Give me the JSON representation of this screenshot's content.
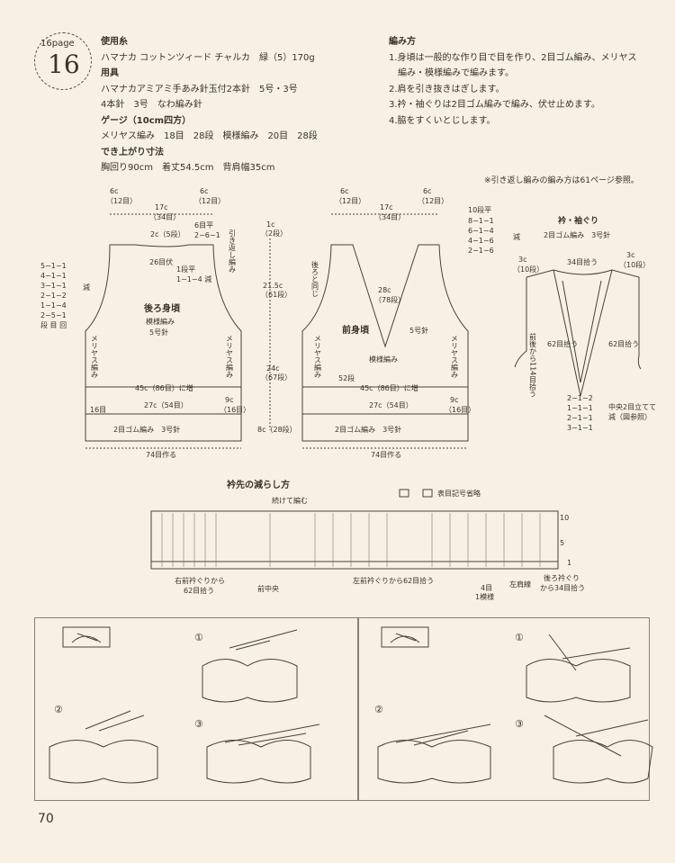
{
  "badge": {
    "page_label": "16page",
    "number": "16"
  },
  "materials": {
    "yarn_head": "使用糸",
    "yarn": "ハマナカ コットンツィード チャルカ　緑（5）170g",
    "tools_head": "用具",
    "tools_1": "ハマナカアミアミ手あみ針玉付2本針　5号・3号",
    "tools_2": "4本針　3号　なわ編み針",
    "gauge_head": "ゲージ（10cm四方）",
    "gauge": "メリヤス編み　18目　28段　模様編み　20目　28段",
    "size_head": "でき上がり寸法",
    "size": "胸回り90cm　着丈54.5cm　背肩幅35cm"
  },
  "method": {
    "head": "編み方",
    "steps": [
      "1.身頃は一般的な作り目で目を作り、2目ゴム編み、メリヤス",
      "　編み・模様編みで編みます。",
      "2.肩を引き抜きはぎします。",
      "3.衿・袖ぐりは2目ゴム編みで編み、伏せ止めます。",
      "4.脇をすくいとじします。"
    ]
  },
  "note": "※引き返し編みの編み方は61ページ参照。",
  "back": {
    "title": "後ろ身頃",
    "pattern": "模様編み",
    "needle": "5号針",
    "shoulder_l": "6c",
    "shoulder_l2": "（12目）",
    "neck": "17c",
    "neck2": "（34目）",
    "shoulder_r": "6c",
    "shoulder_r2": "（12目）",
    "rise": "2c（5段）",
    "bind": "26目伏",
    "flat6": "6目平",
    "dec621": "2−6−1",
    "flat1": "1段平",
    "dec114": "1−1−4 減",
    "short_row": "引き返し編み",
    "arm_dec": [
      "5−1−1",
      "4−1−1",
      "3−1−1",
      "2−1−2",
      "1−1−4",
      "2−5−1",
      "段 目 回"
    ],
    "arm_dec_label": "減",
    "stockinette_l": "メリヤス編み",
    "stockinette_r": "メリヤス編み",
    "inc": "45c（86目）に増",
    "mid": "27c（54目）",
    "side_l": "16目",
    "side_r": "9c",
    "side_r2": "（16目）",
    "rib": "2目ゴム編み　3号針",
    "cast": "74目作る"
  },
  "center_dims": {
    "top": "1c",
    "top2": "（2段）",
    "upper": "21.5c",
    "upper2": "（61段）",
    "lower": "24c",
    "lower2": "（67段）",
    "rib": "8c（28段）"
  },
  "front": {
    "title": "前身頃",
    "pattern": "模様編み",
    "needle": "5号針",
    "shoulder_l": "6c",
    "shoulder_l2": "（12目）",
    "neck": "17c",
    "neck2": "（34目）",
    "shoulder_r": "6c",
    "shoulder_r2": "（12目）",
    "neck_dec": [
      "10段平",
      "8−1−1",
      "6−1−4",
      "4−1−6",
      "2−1−6"
    ],
    "neck_dec_label": "減",
    "same_as_back": "後ろと同じ",
    "vdepth": "28c",
    "vdepth2": "（78段）",
    "stockinette_l": "メリヤス編み",
    "stockinette_r": "メリヤス編み",
    "rows52": "52段",
    "inc": "45c（86目）に増",
    "mid": "27c（54目）",
    "side_r": "9c",
    "side_r2": "（16目）",
    "rib": "2目ゴム編み　3号針",
    "cast": "74目作る"
  },
  "collar": {
    "title": "衿・袖ぐり",
    "sub": "2目ゴム編み　3号針",
    "left": "3c",
    "left2": "（10段）",
    "back_pick": "34目拾う",
    "right": "3c",
    "right2": "（10段）",
    "front_pick": "前後から114目拾う",
    "pick62a": "62目拾う",
    "pick62b": "62目拾う",
    "dec": [
      "2−1−2",
      "1−1−1",
      "2−1−1",
      "3−1−1"
    ],
    "center": "中央2目立てて",
    "center2": "減（図参照）"
  },
  "chart": {
    "title": "衿先の減らし方",
    "legend": "表目記号省略",
    "cont": "続けて編む",
    "right_front": "右前衿ぐりから",
    "right_front2": "62目拾う",
    "center_front": "前中央",
    "left_front": "左前衿ぐりから62目拾う",
    "four": "4目",
    "one_pattern": "1模様",
    "left_shoulder": "左肩線",
    "back_neck": "後ろ衿ぐり",
    "back_neck2": "から34目拾う",
    "row10": "10",
    "row5": "5",
    "row1": "1"
  },
  "technique": {
    "step1": "①",
    "step2": "②",
    "step3": "③"
  },
  "page_number": "70"
}
